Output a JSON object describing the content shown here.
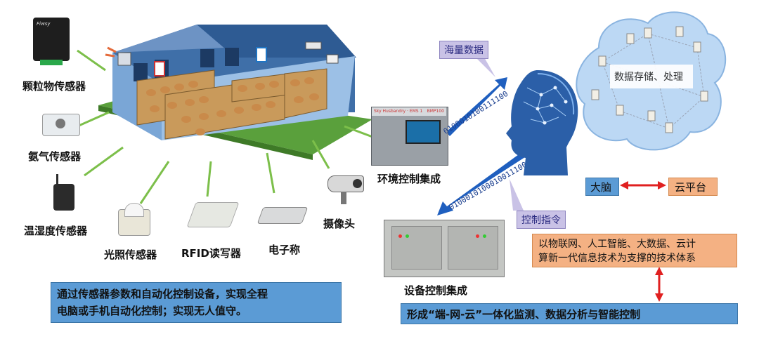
{
  "sensors": {
    "particulate": "颗粒物传感器",
    "ammonia": "氨气传感器",
    "temp_humidity": "温湿度传感器",
    "light": "光照传感器",
    "rfid": "RFID读写器",
    "scale": "电子称",
    "camera": "摄像头"
  },
  "env_control": {
    "label": "环境控制集成",
    "panel_title_left": "Sky Husbandry · EMS 1",
    "panel_title_right": "BMP100"
  },
  "device_control": {
    "label": "设备控制集成"
  },
  "flows": {
    "massive_data": "海量数据",
    "control_command": "控制指令",
    "binary_up": "0100010100111100",
    "binary_down": "0100010100010011100"
  },
  "cloud": {
    "label": "数据存储、处理"
  },
  "link": {
    "brain": "大脑",
    "cloud_platform": "云平台"
  },
  "tech_box": {
    "line1": "以物联网、人工智能、大数据、云计",
    "line2": "算新一代信息技术为支撑的技术体系"
  },
  "summary_left": {
    "line1": "通过传感器参数和自动化控制设备，实现全程",
    "line2": "电脑或手机自动化控制；实现无人值守。"
  },
  "summary_right": "形成“端-网-云”一体化监测、数据分析与智能控制",
  "device_brand": "Fiwsy"
}
